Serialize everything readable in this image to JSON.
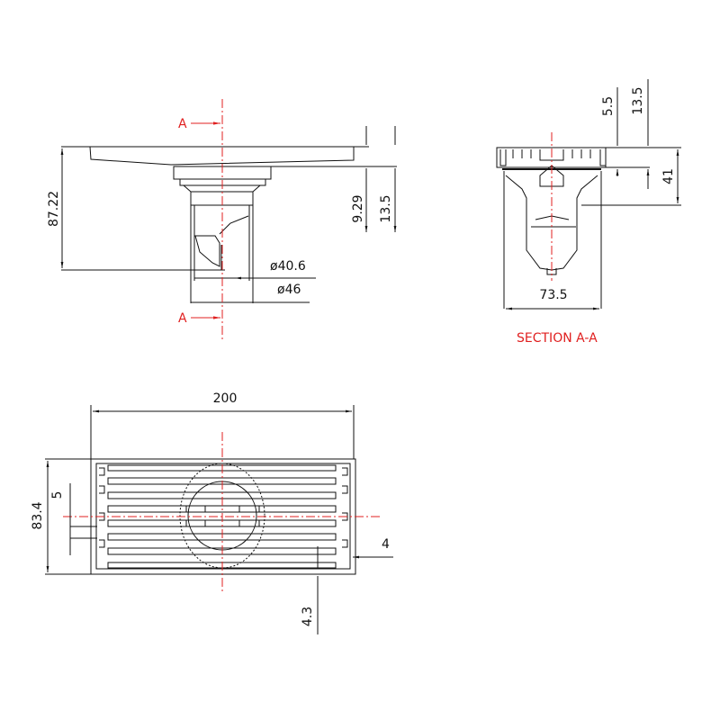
{
  "side_view": {
    "section_marker": "A",
    "dim_height": "87.22",
    "dim_inner_diameter": "ø40.6",
    "dim_outer_diameter": "ø46",
    "dim_depth_1": "9.29",
    "dim_depth_2": "13.5"
  },
  "section_view": {
    "title": "SECTION A-A",
    "dim_width": "73.5",
    "dim_top_1": "5.5",
    "dim_top_2": "13.5",
    "dim_height": "41"
  },
  "plan_view": {
    "dim_length": "200",
    "dim_width": "83.4",
    "dim_slot_pitch": "5",
    "dim_margin_right": "4",
    "dim_margin_bottom": "4.3"
  },
  "colors": {
    "line": "#111111",
    "section": "#e02020"
  }
}
